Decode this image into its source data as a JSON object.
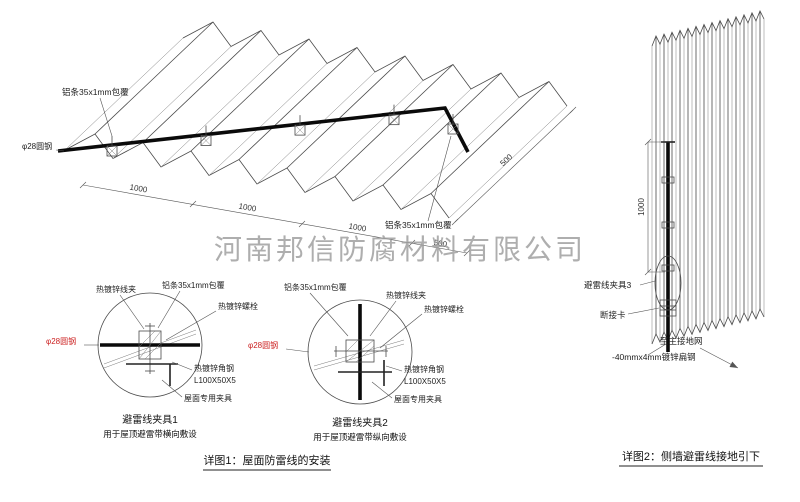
{
  "watermark": {
    "text": "河南邦信防腐材料有限公司"
  },
  "roof_view": {
    "label_alu_strip_top": "铝条35x1mm包覆",
    "label_round_steel": "φ28圆钢",
    "label_alu_strip_right": "铝条35x1mm包覆",
    "dim_1": "1000",
    "dim_2": "1000",
    "dim_3": "1000",
    "dim_4": "500",
    "dim_side": "500"
  },
  "detail1": {
    "label_wire_clamp": "热镀锌线夹",
    "label_alu_strip": "铝条35x1mm包覆",
    "label_bolt": "热镀锌螺栓",
    "label_round_steel": "φ28圆钢",
    "label_angle_steel": "热镀锌角钢",
    "label_angle_size": "L100X50X5",
    "label_roof_clamp": "屋面专用夹具",
    "title": "避雷线夹具1",
    "subtitle": "用于屋顶避雷带横向敷设"
  },
  "detail2": {
    "label_wire_clamp": "热镀锌线夹",
    "label_alu_strip": "铝条35x1mm包覆",
    "label_bolt": "热镀锌螺栓",
    "label_round_steel": "φ28圆钢",
    "label_angle_steel": "热镀锌角钢",
    "label_angle_size": "L100X50X5",
    "label_roof_clamp": "屋面专用夹具",
    "title": "避雷线夹具2",
    "subtitle": "用于屋顶避雷带纵向敷设"
  },
  "wall_view": {
    "dim_height": "1000",
    "label_clamp3": "避雷线夹具3",
    "label_disconnect": "断接卡",
    "label_to_ground": "至主接地网",
    "label_flat_steel": "-40mmx4mm镀锌扁钢"
  },
  "captions": {
    "detail1": "详图1：屋面防雷线的安装",
    "detail2": "详图2：侧墙避雷线接地引下"
  },
  "colors": {
    "line": "#4a4a4a",
    "wire": "#0a0a0a",
    "red": "#cc2222",
    "watermark": "#9a9a9a"
  }
}
